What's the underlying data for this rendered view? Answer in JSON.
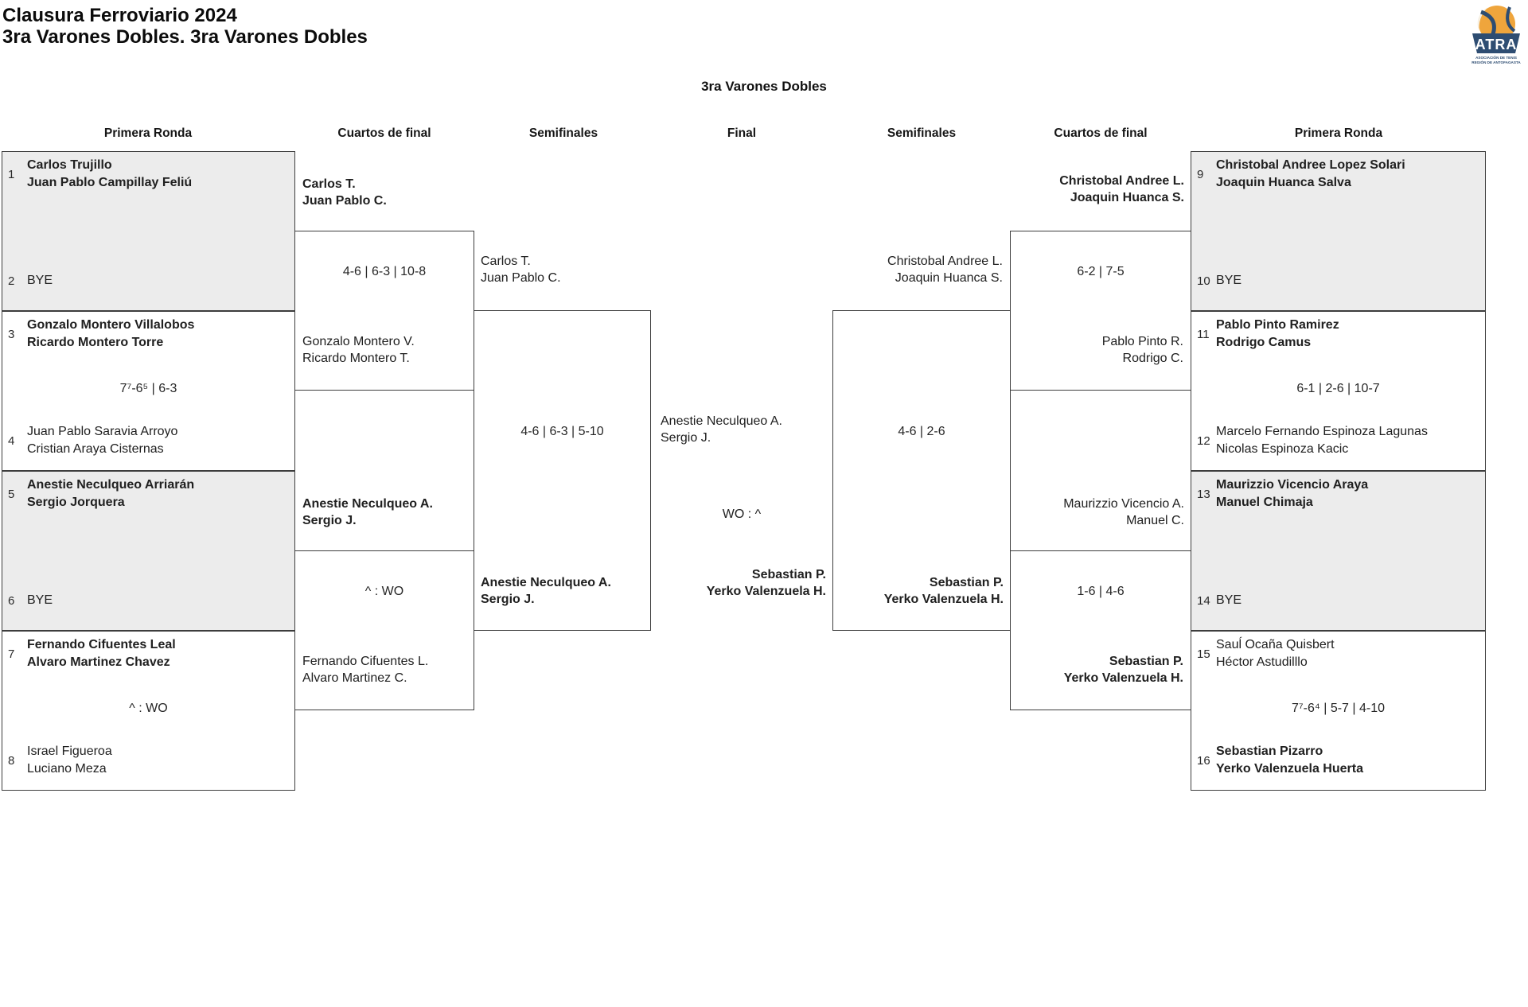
{
  "header": {
    "title": "Clausura Ferroviario 2024",
    "subtitle": "3ra Varones Dobles. 3ra Varones Dobles"
  },
  "logo": {
    "acronym": "ATRA",
    "org_line1": "ASOCIACIÓN DE TENIS",
    "org_line2": "REGIÓN DE ANTOFAGASTA",
    "navy": "#2e4d72",
    "orange": "#efa53c"
  },
  "draw_title": "3ra Varones Dobles",
  "round_headers": [
    "Primera Ronda",
    "Cuartos de final",
    "Semifinales",
    "Final",
    "Semifinales",
    "Cuartos de final",
    "Primera Ronda"
  ],
  "first_round_left": [
    {
      "top": {
        "seed": "1",
        "names": [
          "Carlos Trujillo",
          "Juan Pablo Campillay Feliú"
        ]
      },
      "bottom": {
        "seed": "2",
        "names": [
          "BYE"
        ]
      },
      "score": ""
    },
    {
      "top": {
        "seed": "3",
        "names": [
          "Gonzalo Montero Villalobos",
          "Ricardo Montero Torre"
        ]
      },
      "bottom": {
        "seed": "4",
        "names": [
          "Juan Pablo Saravia Arroyo",
          "Cristian Araya Cisternas"
        ]
      },
      "score": "7⁷-6⁵ | 6-3"
    },
    {
      "top": {
        "seed": "5",
        "names": [
          "Anestie Neculqueo Arriarán",
          "Sergio Jorquera"
        ]
      },
      "bottom": {
        "seed": "6",
        "names": [
          "BYE"
        ]
      },
      "score": ""
    },
    {
      "top": {
        "seed": "7",
        "names": [
          "Fernando Cifuentes Leal",
          "Alvaro Martinez Chavez"
        ]
      },
      "bottom": {
        "seed": "8",
        "names": [
          "Israel Figueroa",
          "Luciano Meza"
        ]
      },
      "score": "^ : WO"
    }
  ],
  "first_round_right": [
    {
      "top": {
        "seed": "9",
        "names": [
          "Christobal Andree Lopez Solari",
          "Joaquin Huanca Salva"
        ]
      },
      "bottom": {
        "seed": "10",
        "names": [
          "BYE"
        ]
      },
      "score": ""
    },
    {
      "top": {
        "seed": "11",
        "names": [
          "Pablo Pinto Ramirez",
          "Rodrigo Camus"
        ]
      },
      "bottom": {
        "seed": "12",
        "names": [
          "Marcelo Fernando Espinoza Lagunas",
          "Nicolas Espinoza Kacic"
        ]
      },
      "score": "6-1 | 2-6 | 10-7"
    },
    {
      "top": {
        "seed": "13",
        "names": [
          "Maurizzio Vicencio Araya",
          "Manuel Chimaja"
        ]
      },
      "bottom": {
        "seed": "14",
        "names": [
          "BYE"
        ]
      },
      "score": ""
    },
    {
      "top": {
        "seed": "15",
        "names": [
          "Sauĺ Ocaña Quisbert",
          "Héctor Astudilllo"
        ]
      },
      "bottom": {
        "seed": "16",
        "names": [
          "Sebastian Pizarro",
          "Yerko Valenzuela Huerta"
        ]
      },
      "score": "7⁷-6⁴ | 5-7 | 4-10"
    }
  ],
  "qf_left": [
    {
      "top": [
        "Carlos T.",
        "Juan Pablo C."
      ],
      "score": "4-6 | 6-3 | 10-8",
      "bottom": [
        "Gonzalo Montero V.",
        "Ricardo Montero T."
      ]
    },
    {
      "top": [
        "Anestie Neculqueo A.",
        "Sergio J."
      ],
      "score": "^ : WO",
      "bottom": [
        "Fernando Cifuentes L.",
        "Alvaro Martinez C."
      ]
    }
  ],
  "qf_right": [
    {
      "top": [
        "Christobal Andree L.",
        "Joaquin Huanca S."
      ],
      "score": "6-2 | 7-5",
      "bottom": [
        "Pablo Pinto R.",
        "Rodrigo C."
      ]
    },
    {
      "top": [
        "Maurizzio Vicencio A.",
        "Manuel C."
      ],
      "score": "1-6 | 4-6",
      "bottom": [
        "Sebastian P.",
        "Yerko Valenzuela H."
      ]
    }
  ],
  "sf_left": {
    "top": [
      "Carlos T.",
      "Juan Pablo C."
    ],
    "score": "4-6 | 6-3 | 5-10",
    "bottom": [
      "Anestie Neculqueo A.",
      "Sergio J."
    ]
  },
  "sf_right": {
    "top": [
      "Christobal Andree L.",
      "Joaquin Huanca S."
    ],
    "score": "4-6 | 2-6",
    "bottom": [
      "Sebastian P.",
      "Yerko Valenzuela H."
    ]
  },
  "final": {
    "top": [
      "Anestie Neculqueo A.",
      "Sergio J."
    ],
    "score": "WO : ^",
    "bottom": [
      "Sebastian P.",
      "Yerko Valenzuela H."
    ]
  }
}
